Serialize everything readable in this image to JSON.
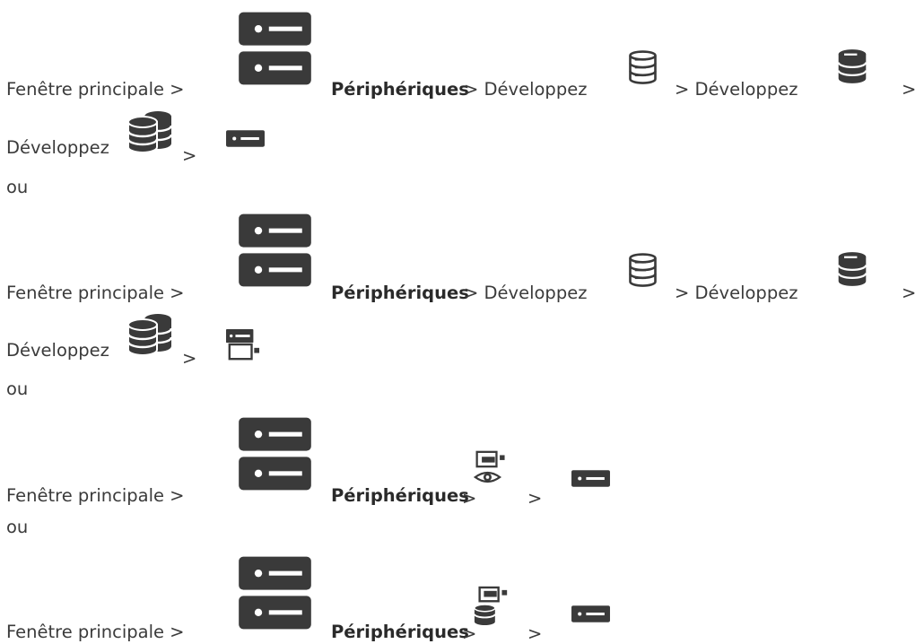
{
  "path_1": {
    "main_window": "Fenêtre principale >",
    "devices": "Périphériques",
    "expand_1": "> Développez",
    "expand_2": "> Développez",
    "trailing_sep": ">",
    "expand_3": "Développez",
    "sep_last": ">",
    "icons": [
      "devices-icon",
      "vrm-server-icon",
      "vrm-pool-icon",
      "iscsi-device-icon",
      "encoder-icon"
    ]
  },
  "or_1": "ou",
  "path_2": {
    "main_window": "Fenêtre principale >",
    "devices": "Périphériques",
    "expand_1": "> Développez",
    "expand_2": "> Développez",
    "trailing_sep": ">",
    "expand_3": "Développez",
    "sep_last": ">",
    "icons": [
      "devices-icon",
      "vrm-server-icon",
      "vrm-pool-icon",
      "iscsi-device-icon",
      "encoder-camera-icon"
    ]
  },
  "or_2": "ou",
  "path_3": {
    "main_window": "Fenêtre principale >",
    "devices": "Périphériques",
    "sep_1": ">",
    "sep_2": ">",
    "icons": [
      "devices-icon",
      "live-only-icon",
      "encoder-icon"
    ]
  },
  "or_3": "ou",
  "path_4": {
    "main_window": "Fenêtre principale >",
    "devices": "Périphériques",
    "sep_1": ">",
    "sep_2": ">",
    "icons": [
      "devices-icon",
      "local-storage-icon",
      "encoder-icon"
    ]
  },
  "colors": {
    "icon_dark": "#3a3a3a",
    "icon_white": "#ffffff",
    "text": "#3b3b3b"
  }
}
